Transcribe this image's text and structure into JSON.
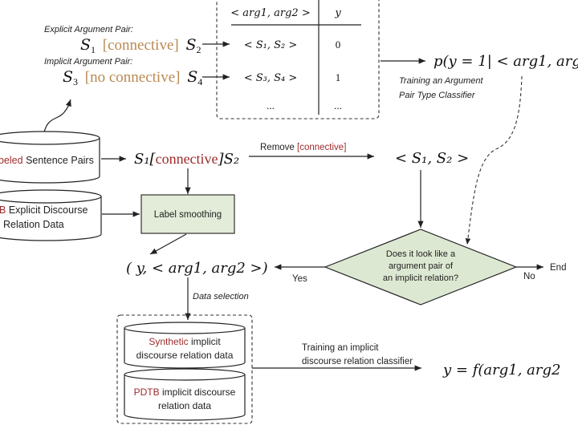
{
  "top": {
    "explicit_label": "Explicit Argument Pair:",
    "explicit_s1": "S",
    "explicit_s1_sub": "1",
    "explicit_connective": "[connective]",
    "explicit_s2": "S",
    "explicit_s2_sub": "2",
    "implicit_label": "Implicit Argument Pair:",
    "implicit_s3": "S",
    "implicit_s3_sub": "3",
    "implicit_connective": "[no connective]",
    "implicit_s4": "S",
    "implicit_s4_sub": "4"
  },
  "table": {
    "header_pair": "< arg1, arg2 >",
    "header_y": "y",
    "rows": [
      {
        "pair": "< S₁, S₂ >",
        "y": "0"
      },
      {
        "pair": "< S₃, S₄ >",
        "y": "1"
      },
      {
        "pair": "...",
        "y": "..."
      }
    ]
  },
  "classifier1": {
    "formula": "p(y = 1| < arg1, arg2",
    "caption_line1": "Training an Argument",
    "caption_line2": "Pair Type Classifier"
  },
  "db_unlabeled": {
    "highlight": "beled",
    "rest": " Sentence Pairs"
  },
  "db_explicit": {
    "highlight": "B",
    "line1_rest": " Explicit Discourse",
    "line2": "Relation Data"
  },
  "mid": {
    "s_conn": "S₁[",
    "s_conn_word": "connective",
    "s_conn_end": "]S₂",
    "remove_label": "Remove ",
    "remove_highlight": "[connective]",
    "pair": "< S₁, S₂ >"
  },
  "label_smoothing": "Label smoothing",
  "tuple": "( y,  < arg1, arg2 >)",
  "decision": {
    "line1": "Does it look like a",
    "line2": "argument pair of",
    "line3": "an implicit relation?",
    "yes": "Yes",
    "no": "No",
    "end": "End"
  },
  "data_selection": "Data selection",
  "db_synthetic": {
    "highlight": "Synthetic",
    "line1_rest": " implicit",
    "line2": "discourse relation data"
  },
  "db_pdtb": {
    "highlight": "PDTB",
    "line1_rest": " implicit discourse",
    "line2": "relation data"
  },
  "classifier2": {
    "caption_line1": "Training an implicit",
    "caption_line2": "discourse relation classifier",
    "formula": "y = f(arg1, arg2"
  },
  "colors": {
    "connective_orange": "#b98a52",
    "highlight_red": "#9e2a2b",
    "box_green": "#e2ecd8"
  }
}
